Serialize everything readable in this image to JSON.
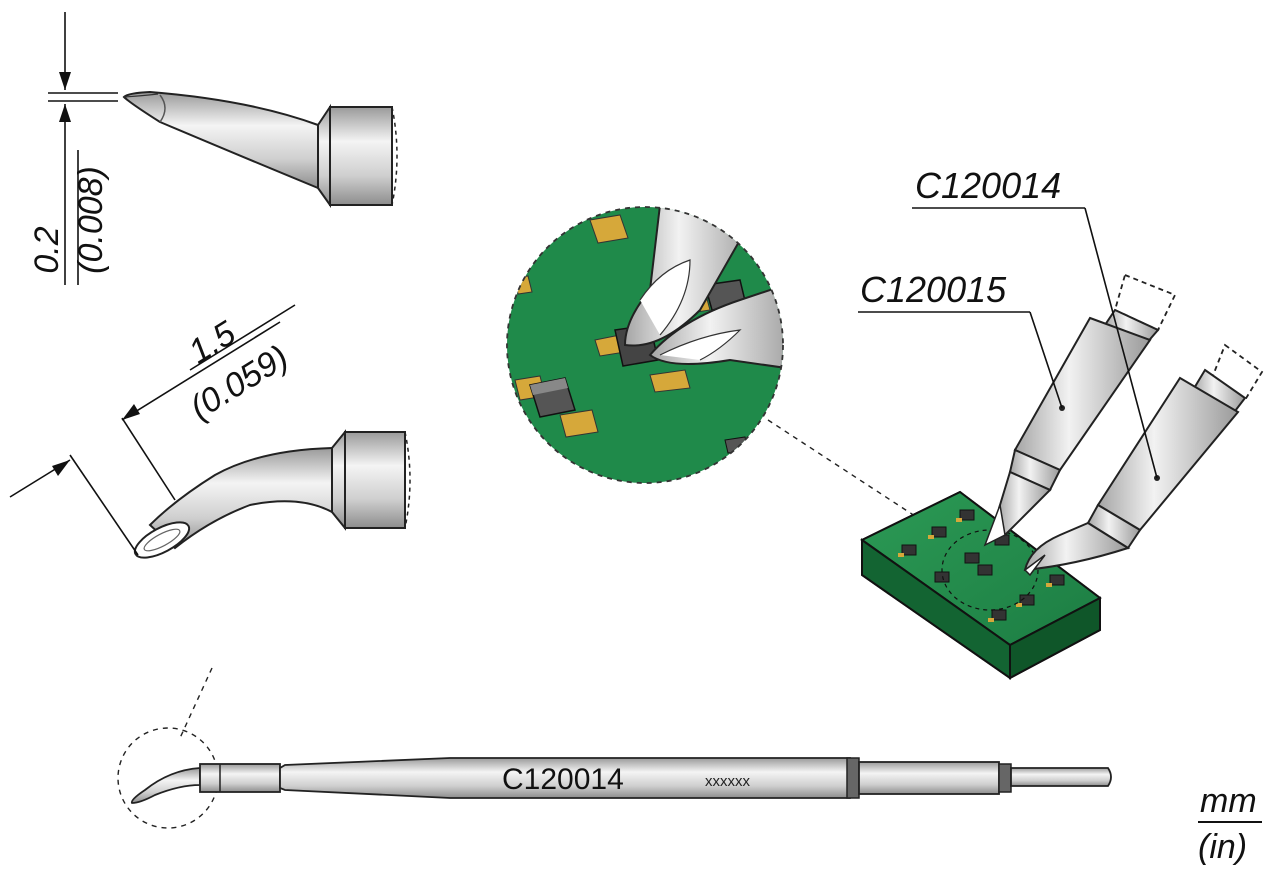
{
  "dimensions": {
    "tip_width": {
      "mm": "0.2",
      "in": "(0.008)"
    },
    "tip_length": {
      "mm": "1.5",
      "in": "(0.059)"
    }
  },
  "labels": {
    "upper_cartridge": "C120014",
    "lower_cartridge": "C120015"
  },
  "cartridge": {
    "model": "C120014",
    "serial": "xxxxxx"
  },
  "units": {
    "primary": "mm",
    "secondary": "(in)"
  },
  "colors": {
    "pcb_green": "#1f8a4a",
    "pad_gold": "#d6a83a",
    "metal_grey": "#c9c9c9",
    "outline": "#222222"
  }
}
